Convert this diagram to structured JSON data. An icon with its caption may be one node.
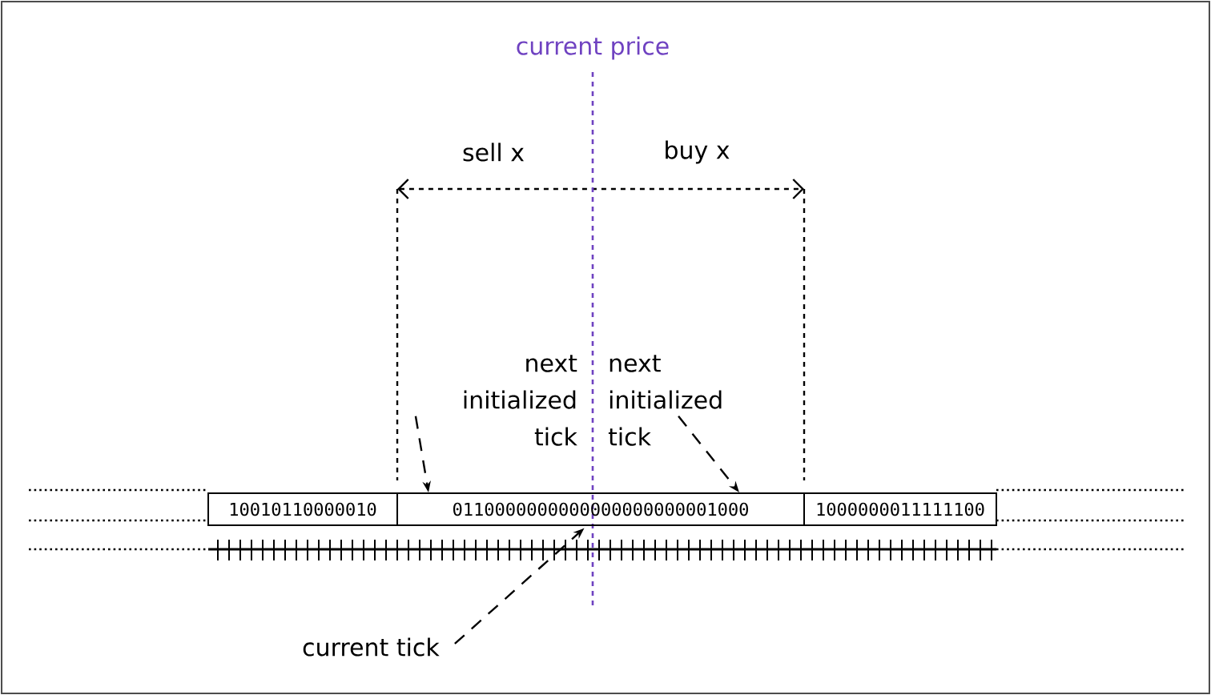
{
  "diagram": {
    "nodes": [
      {
        "text": [
          "next initialized tick"
        ]
      },
      {
        "text": [
          "next initialized tick"
        ]
      },
      {
        "text": [
          "current tick"
        ]
      },
      {
        "text": [
          "10010110000010"
        ]
      },
      {
        "text": [
          "0110000000000000000000001000"
        ]
      },
      {
        "text": [
          "1000000011111100"
        ]
      },
      {
        "text": [],
        "shape": "bar"
      }
    ],
    "edges": [
      {
        "from": 0,
        "to": 4,
        "arrow": "to",
        "style": "dashed"
      },
      {
        "from": 1,
        "to": 4,
        "arrow": "to",
        "style": "dashed"
      },
      {
        "from": 2,
        "to": 6,
        "arrow": "to",
        "style": "dashed"
      }
    ],
    "labels": [
      "current price",
      "sell x",
      "buy x"
    ]
  }
}
